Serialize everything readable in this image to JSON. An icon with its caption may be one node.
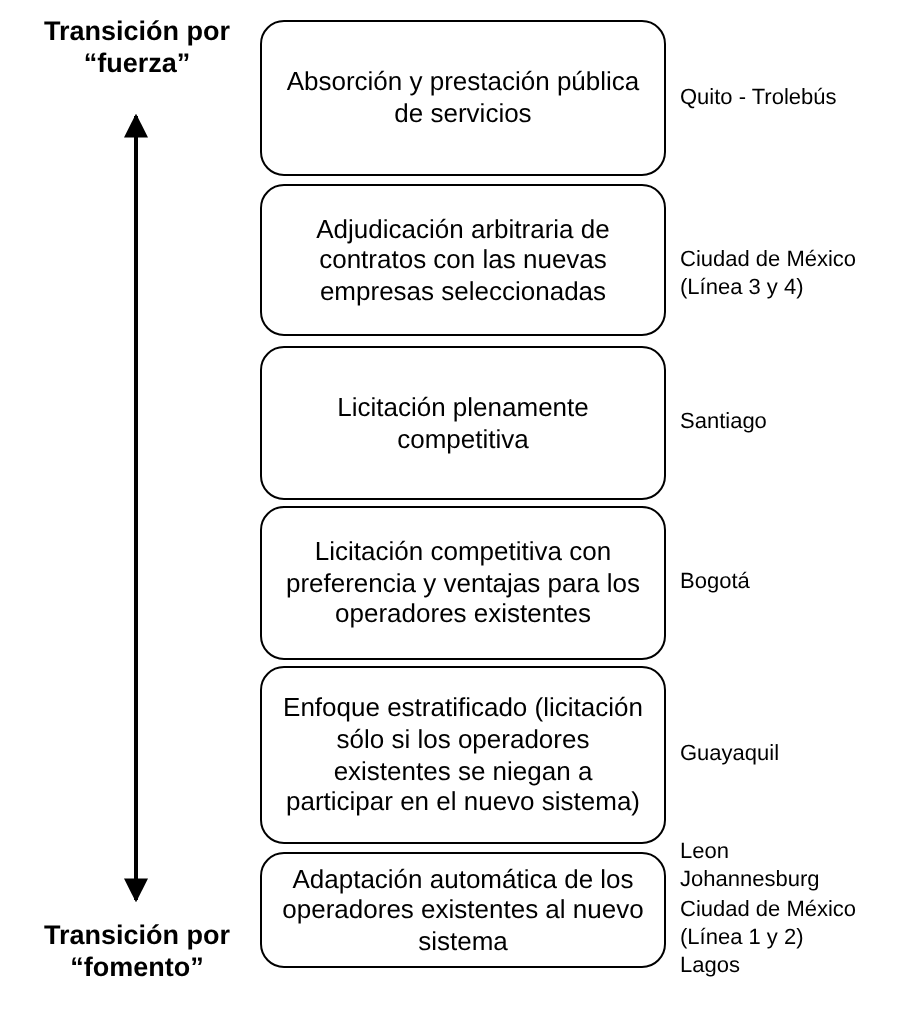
{
  "diagram": {
    "nodes": [
      {
        "text": [
          "Absorción y prestación pública de servicios"
        ],
        "beside": [
          "Quito - Trolebús"
        ]
      },
      {
        "text": [
          "Adjudicación arbitraria de contratos con las nuevas empresas seleccionadas"
        ],
        "beside": [
          "Ciudad de México (Línea 3 y 4)"
        ]
      },
      {
        "text": [
          "Licitación plenamente competitiva"
        ],
        "beside": [
          "Santiago"
        ]
      },
      {
        "text": [
          "Licitación competitiva con preferencia y ventajas para los operadores existentes"
        ],
        "beside": [
          "Bogotá"
        ]
      },
      {
        "text": [
          "Enfoque estratificado (licitación sólo si los operadores existentes se niegan a participar en el nuevo sistema)"
        ],
        "beside": [
          "Guayaquil"
        ]
      },
      {
        "text": [
          "Adaptación automática de los operadores existentes al nuevo sistema"
        ],
        "beside": [
          "Leon",
          "Johannesburg",
          "Ciudad de México (Línea 1 y 2)",
          "Lagos"
        ]
      }
    ],
    "labels": [
      "Transición por “fuerza”",
      "Transición por “fomento”"
    ]
  }
}
